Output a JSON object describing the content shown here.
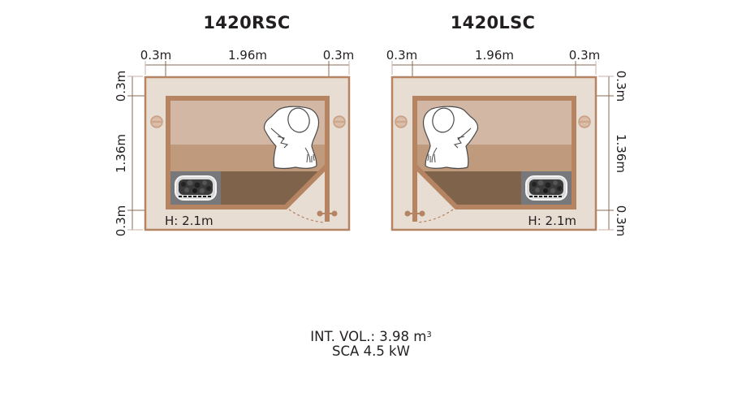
{
  "diagrams": [
    {
      "title": "1420RSC",
      "orientation": "right",
      "top_dims": [
        "0.3m",
        "1.96m",
        "0.3m"
      ],
      "side_dims": [
        "0.3m",
        "1.36m",
        "0.3m"
      ],
      "height_label": "H: 2.1m"
    },
    {
      "title": "1420LSC",
      "orientation": "left",
      "top_dims": [
        "0.3m",
        "1.96m",
        "0.3m"
      ],
      "side_dims": [
        "0.3m",
        "1.36m",
        "0.3m"
      ],
      "height_label": "H: 2.1m"
    }
  ],
  "footer": {
    "volume_label": "INT. VOL.: 3.98 m",
    "volume_unit_sup": "3",
    "heater_label": "SCA 4.5 kW"
  },
  "colors": {
    "outer_fill": "#e8ddd3",
    "wall": "#b58463",
    "outer_border": "#b58463",
    "upper_bench": "#d2b7a4",
    "lower_bench": "#c09a7d",
    "floor": "#80634b",
    "heater_bg": "#77787b",
    "dim_line": "#8a6a55"
  }
}
